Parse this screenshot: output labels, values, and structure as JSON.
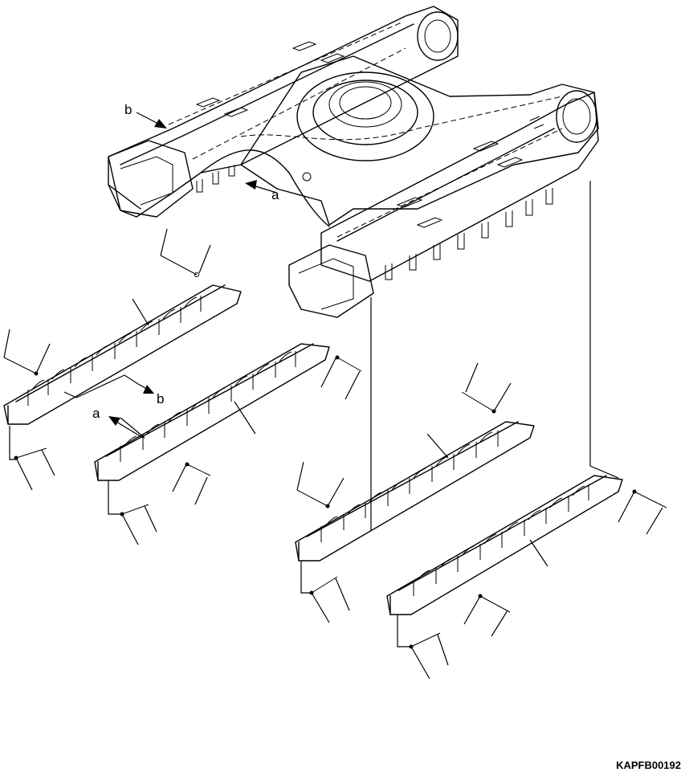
{
  "labels": {
    "a": "a",
    "b": "b"
  },
  "drawing_code": "KAPFB00192"
}
